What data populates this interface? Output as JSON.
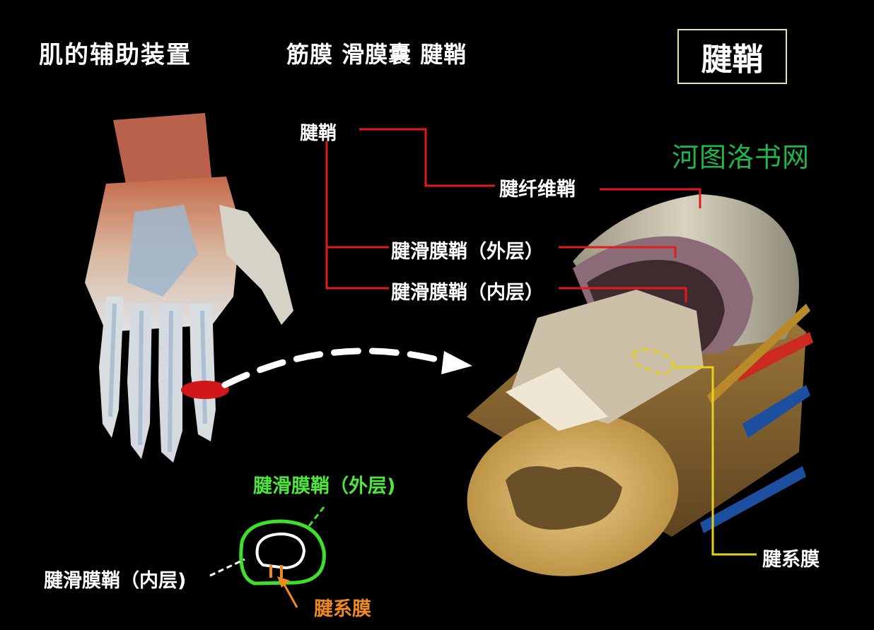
{
  "header": {
    "title": "肌的辅助装置",
    "subtitle": "筋膜  滑膜囊  腱鞘",
    "boxed_title": "腱鞘"
  },
  "watermark": "河图洛书网",
  "labels": {
    "tendon_sheath": "腱鞘",
    "fibrous_sheath": "腱纤维鞘",
    "synovial_outer": "腱滑膜鞘（外层）",
    "synovial_inner": "腱滑膜鞘（内层）",
    "mesotendon": "腱系膜"
  },
  "inset": {
    "outer_label": "腱滑膜鞘（外层)",
    "inner_label": "腱滑膜鞘（内层)",
    "mesotendon_label": "腱系膜"
  },
  "colors": {
    "background": "#000000",
    "leader_red": "#e01b1b",
    "leader_yellow": "#e6d21a",
    "outer_layer": "#3ee02c",
    "mesotendon": "#f08a1c"
  }
}
